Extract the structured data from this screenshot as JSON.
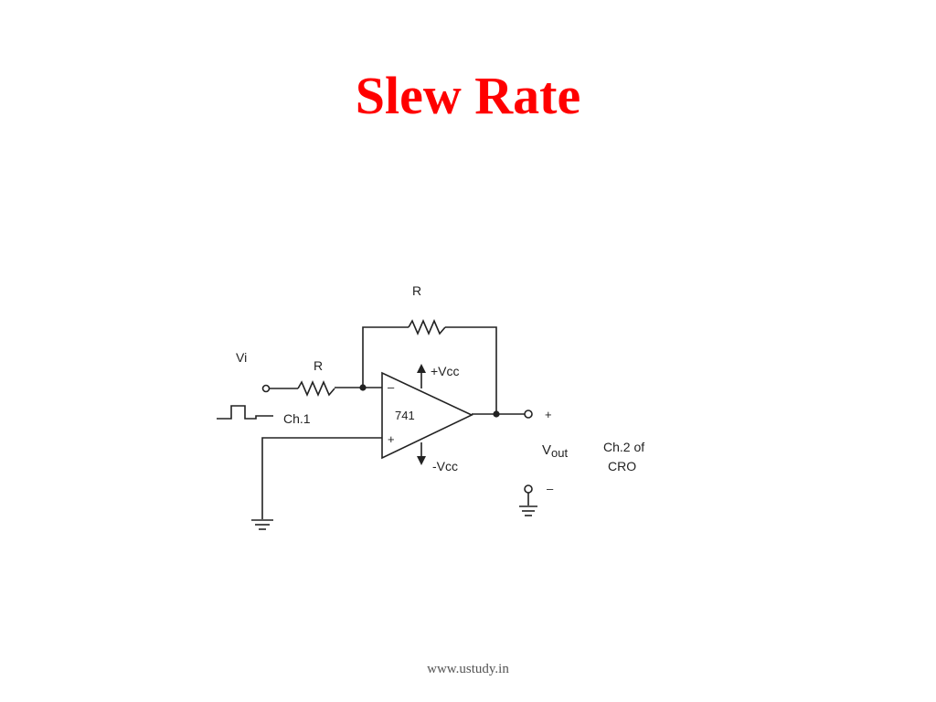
{
  "slide": {
    "title": "Slew Rate",
    "footer": "www.ustudy.in"
  },
  "circuit": {
    "feedback_resistor_label": "R",
    "input_resistor_label": "R",
    "input_voltage_label": "Vi",
    "channel1_label": "Ch.1",
    "opamp_label": "741",
    "inverting_sign": "–",
    "noninverting_sign": "+",
    "positive_supply_label": "+Vcc",
    "negative_supply_label": "-Vcc",
    "output_positive_sign": "+",
    "output_label_main": "V",
    "output_label_sub": "out",
    "output_negative_sign": "–",
    "channel2_line1": "Ch.2 of",
    "channel2_line2": "CRO"
  },
  "colors": {
    "title": "#ff0000",
    "wire": "#222222",
    "background": "#ffffff"
  }
}
